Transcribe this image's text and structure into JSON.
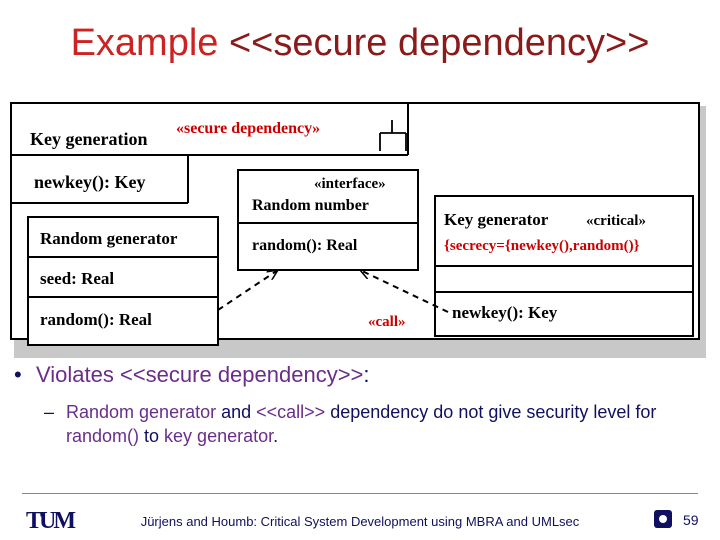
{
  "title": {
    "prefix": "Example ",
    "stereotype": "<<secure dependency>>"
  },
  "diagram": {
    "package_label": "Key generation",
    "package_stereotype": "«secure dependency»",
    "keygen_method": "newkey(): Key",
    "interface_stereotype": "«interface»",
    "interface_name": "Random number",
    "interface_method": "random(): Real",
    "randgen_name": "Random generator",
    "randgen_attr": "seed: Real",
    "randgen_method": "random(): Real",
    "keygenerator_name": "Key generator",
    "keygenerator_stereotype": "«critical»",
    "keygenerator_tag": "{secrecy={newkey(),random()}",
    "keygenerator_method": "newkey(): Key",
    "call_label": "«call»"
  },
  "bullet": {
    "prefix": "Violates ",
    "stereotype": "<<secure dependency>>",
    "suffix": ":"
  },
  "sub": {
    "dash": "–",
    "part1": "Random generator",
    "part2": " and ",
    "part3": "<<call>>",
    "part4": " dependency do not give security level for ",
    "part5": "random()",
    "part6": " to ",
    "part7": "key generator",
    "part8": "."
  },
  "footer": {
    "logo": "TUM",
    "citation": "Jürjens and Houmb: Critical System Development using MBRA and UMLsec",
    "page": "59"
  },
  "colors": {
    "title_red": "#cc2222",
    "navy": "#101060",
    "stereo_red": "#cc0000"
  }
}
